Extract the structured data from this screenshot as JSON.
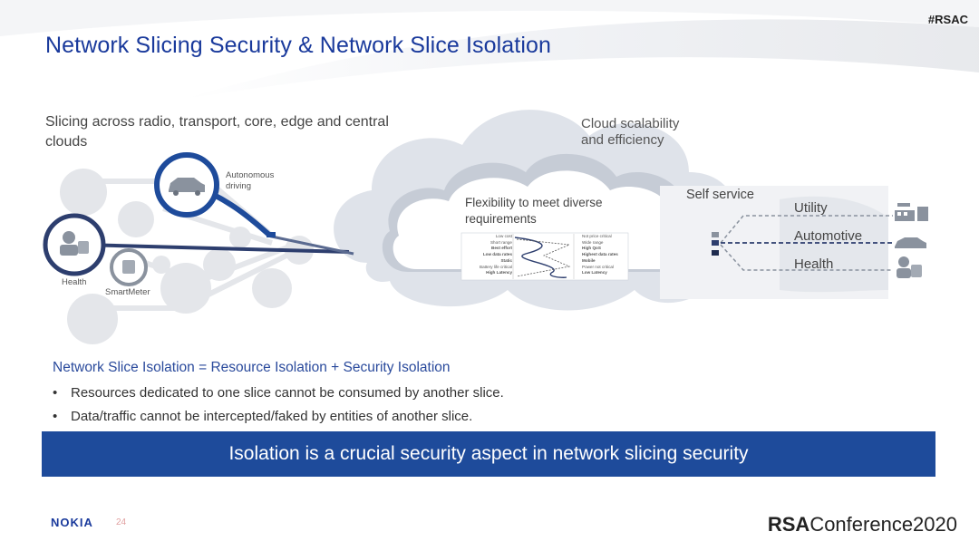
{
  "header": {
    "hashtag": "#RSAC",
    "title": "Network Slicing Security & Network Slice Isolation"
  },
  "diagram": {
    "subtitle": "Slicing across radio, transport, core, edge and central clouds",
    "cloud_label": "Cloud scalability and efficiency",
    "flexibility_label": "Flexibility to meet diverse requirements",
    "self_service_label": "Self service",
    "autonomous_label": "Autonomous driving",
    "health_left_label": "Health",
    "smartmeter_label": "SmartMeter",
    "slices": [
      "Utility",
      "Automotive",
      "Health"
    ],
    "requirements_left": [
      "Low cost",
      "Short range",
      "Best effort",
      "Low data rates",
      "Static",
      "Battery life critical",
      "High Latency"
    ],
    "requirements_right": [
      "Not price critical",
      "Wide range",
      "High QoS",
      "Highest data rates",
      "Mobile",
      "Power not critical",
      "Low Latency"
    ]
  },
  "content": {
    "isolation_heading": "Network Slice Isolation = Resource Isolation + Security Isolation",
    "bullets": [
      "Resources dedicated to one slice cannot be consumed by another slice.",
      "Data/traffic cannot be intercepted/faked by entities of another slice."
    ],
    "banner": "Isolation is a crucial security aspect in network slicing security"
  },
  "footer": {
    "nokia": "NOKIA",
    "page_number": "24",
    "rsa_prefix": "RSA",
    "rsa_suffix": "Conference2020"
  },
  "colors": {
    "title_blue": "#1a3a9c",
    "banner_blue": "#1e4b9b",
    "dark_navy": "#2d3e6e"
  }
}
